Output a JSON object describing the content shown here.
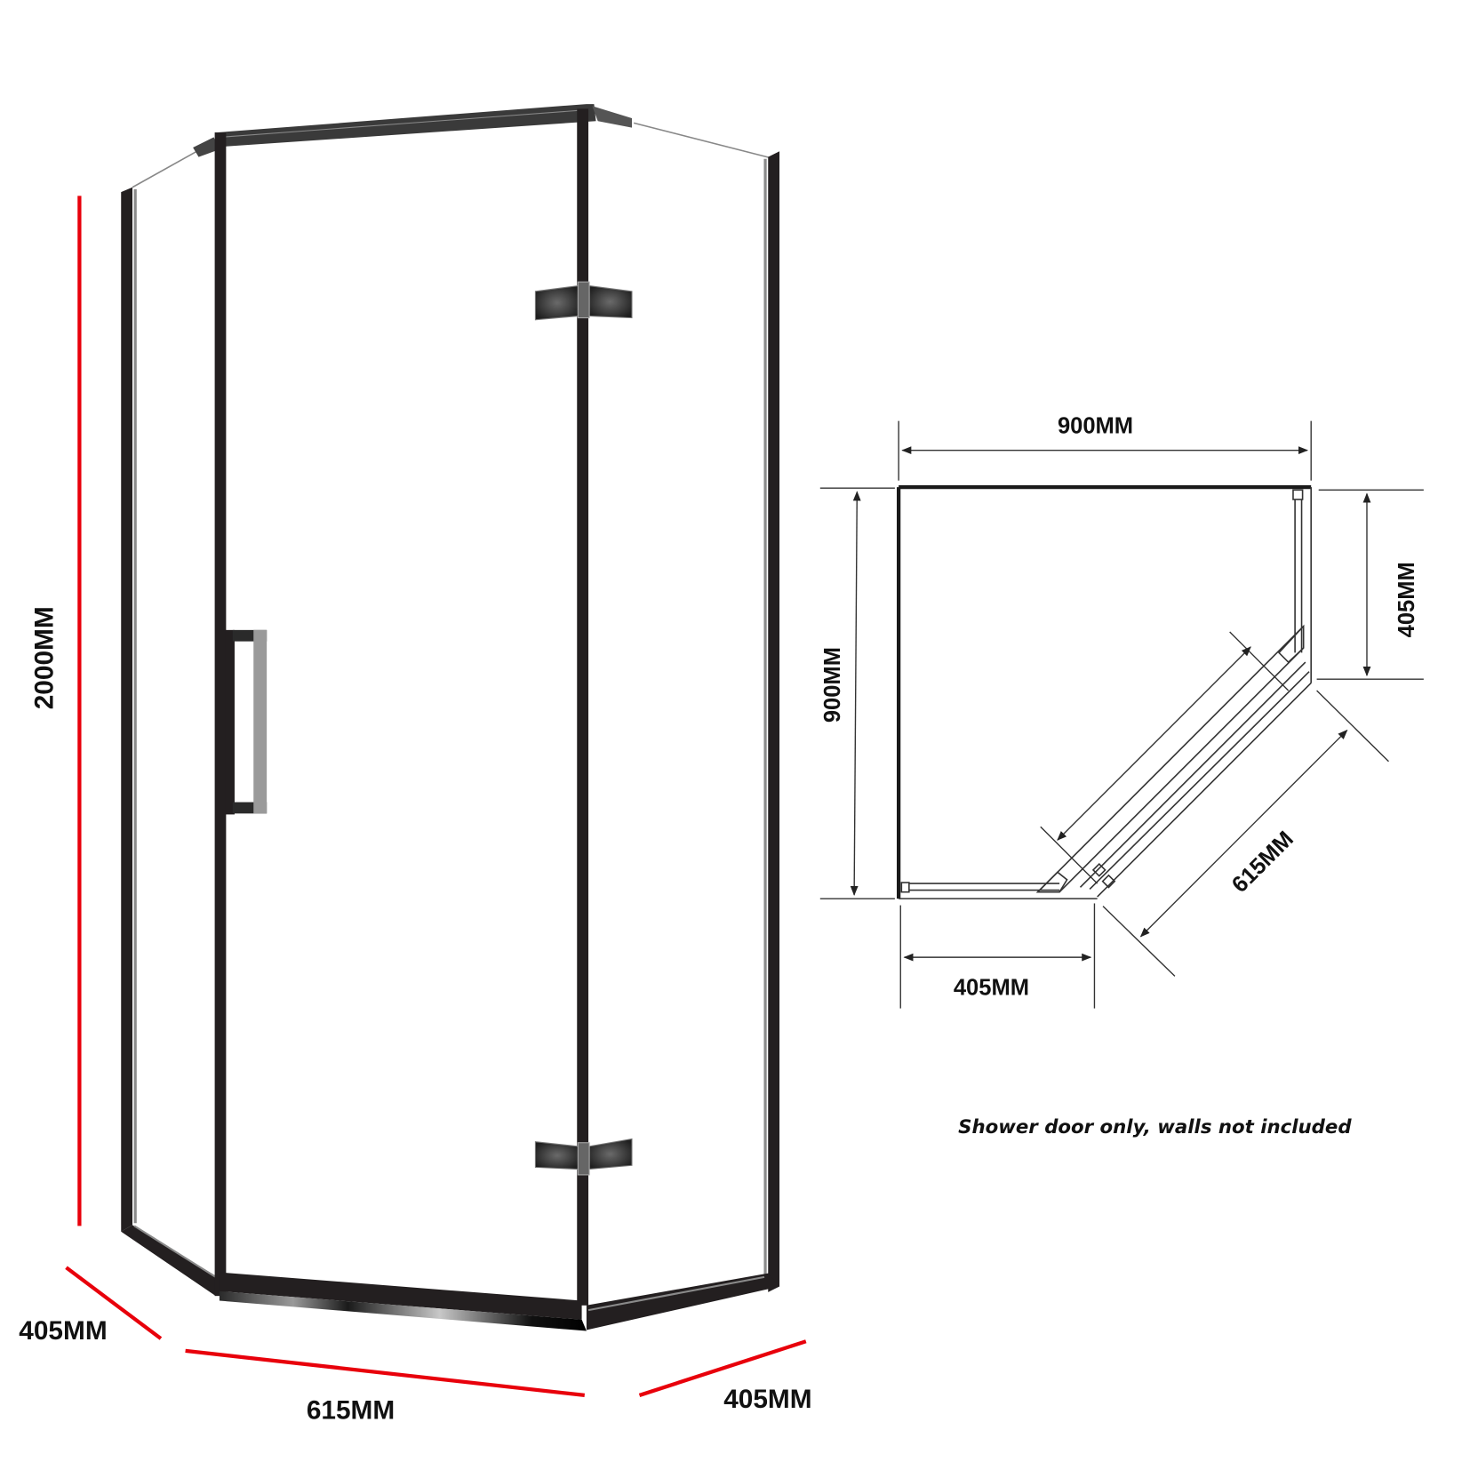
{
  "elevation": {
    "labels": {
      "height": "2000MM",
      "left_return": "405MM",
      "front_door": "615MM",
      "right_return": "405MM"
    },
    "colors": {
      "frame": "#231f20",
      "frame_light": "#4a4a4a",
      "dimension_line": "#e8000b",
      "glass_edge": "#8a8a8a"
    }
  },
  "plan": {
    "labels": {
      "top_width": "900MM",
      "left_depth": "900MM",
      "right_return": "405MM",
      "bottom_return": "405MM",
      "diagonal": "615MM"
    },
    "note": "Shower door only, walls not included",
    "colors": {
      "wall": "#1a1a1a",
      "line": "#333333"
    }
  }
}
